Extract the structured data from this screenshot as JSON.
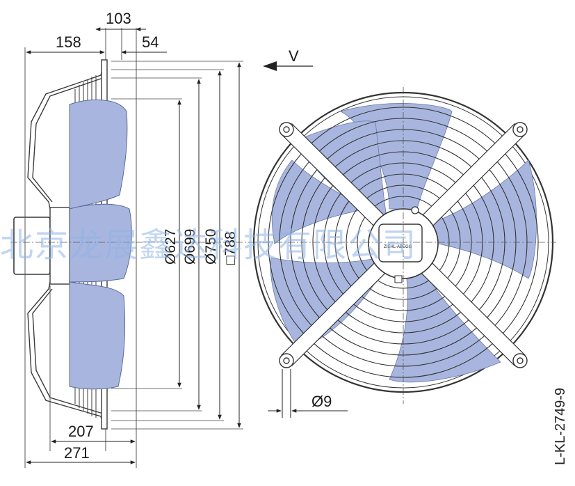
{
  "dimensions": {
    "d103": "103",
    "d158": "158",
    "d54": "54",
    "d207": "207",
    "d271": "271",
    "dia627": "Ø627",
    "dia699": "Ø699",
    "dia750": "Ø750",
    "sq788": "□788",
    "hole9": "Ø9",
    "view": "V"
  },
  "label_brand": "ZIEHL-ABEGG",
  "drawing_code": "L-KL-2749-9",
  "watermark": "北京龙展鑫达科技有限公司",
  "colors": {
    "blade_fill": "#a8b6df",
    "line": "#3a3a3a",
    "watermark": "#8fb4e6"
  }
}
